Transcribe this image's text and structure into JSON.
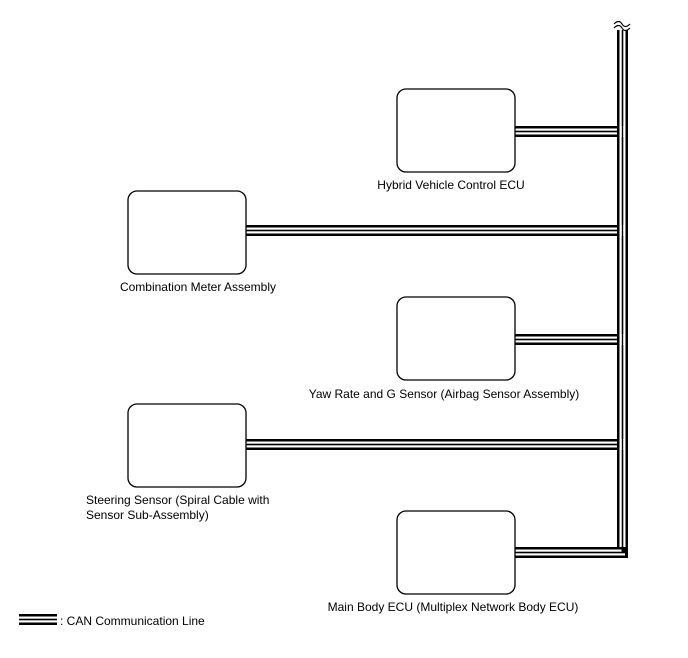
{
  "colors": {
    "line": "#000000",
    "box_fill": "#ffffff",
    "background": "#ffffff"
  },
  "components": [
    {
      "id": "hybrid-vehicle-control-ecu",
      "label_lines": [
        "Hybrid Vehicle Control ECU"
      ]
    },
    {
      "id": "combination-meter-assembly",
      "label_lines": [
        "Combination Meter Assembly"
      ]
    },
    {
      "id": "yaw-rate-and-g-sensor",
      "label_lines": [
        "Yaw Rate and G Sensor (Airbag Sensor Assembly)"
      ]
    },
    {
      "id": "steering-sensor",
      "label_lines": [
        "Steering Sensor (Spiral Cable with",
        "Sensor Sub-Assembly)"
      ]
    },
    {
      "id": "main-body-ecu",
      "label_lines": [
        "Main Body ECU (Multiplex Network Body ECU)"
      ]
    }
  ],
  "legend": {
    "text": ": CAN Communication Line"
  }
}
